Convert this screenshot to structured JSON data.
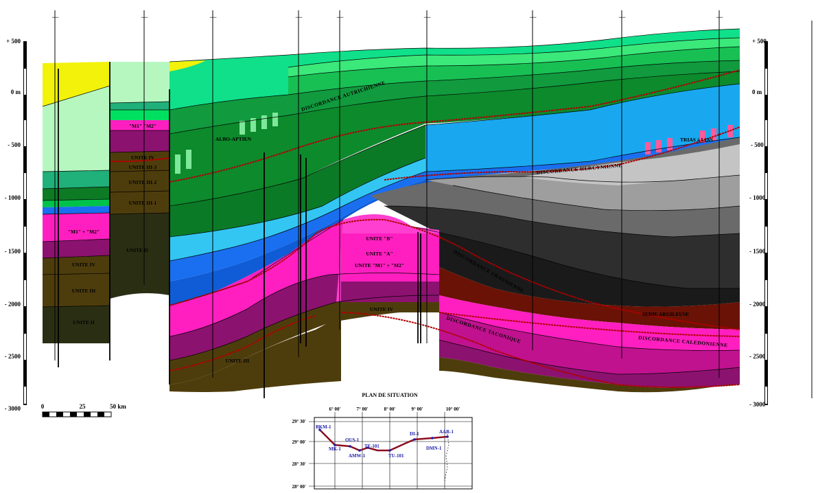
{
  "depth_scale": {
    "unit": "m",
    "left_labels": [
      "+ 500",
      "0 m",
      "- 500",
      "- 1000",
      "- 1500",
      "- 2000",
      "- 2500",
      "- 3000"
    ],
    "right_labels": [
      "+ 500",
      "0 m",
      "- 500",
      "- 1000",
      "- 1500",
      "- 2000",
      "- 2500",
      "- 3000"
    ]
  },
  "bar_scale": {
    "labels": [
      "0",
      "25",
      "50 km"
    ]
  },
  "wells": [
    {
      "name": "BKM-1"
    },
    {
      "name": "MK-1"
    },
    {
      "name": "OUS-1"
    },
    {
      "name": "AMW-1"
    },
    {
      "name": "TF-101"
    },
    {
      "name": "TU-101"
    },
    {
      "name": "DI-1"
    },
    {
      "name": "DMN-1"
    },
    {
      "name": "AAR-1"
    }
  ],
  "unit_labels": {
    "m1_m2_top": "\"M1\" \"M2\"",
    "unite_iv_a": "UNITE IV",
    "unite_iii3": "UNITE III-3",
    "unite_iii2": "UNITE III-2",
    "unite_iii1": "UNITE III-1",
    "unite_ii_a": "UNITE II",
    "m1_m2_left": "\"M1\" + \"M2\"",
    "unite_iv_b": "UNITE IV",
    "unite_iii_b": "UNITE III",
    "unite_ii_b": "UNITE II",
    "albo_aptien": "ALBO-APTIEN",
    "unite_iii_c": "UNITE III",
    "unite_b": "UNITE \"B\"",
    "unite_a": "UNITE \"A\"",
    "unite_m1m2": "UNITE \"M1\" + \"M2\"",
    "unite_iv_c": "UNITE IV",
    "trias_lias": "TRIAS à LIAS",
    "serie_arg": "SERIE ARGILEUSE"
  },
  "discordances": {
    "autrichienne": "DISCORDANCE AUTRICHIENNE",
    "hercynienne": "DISCORDANCE HERCYNIENNE",
    "frasnienne": "DISCORDANCE FRASNIENNE",
    "taconique": "DISCORDANCE TACONIQUE",
    "caledonienne": "DISCORDANCE CALEDONIENNE"
  },
  "location_map": {
    "title": "PLAN DE SITUATION",
    "longitudes": [
      "6° 00'",
      "7° 00'",
      "8° 00'",
      "9° 00'",
      "10° 00'"
    ],
    "latitudes": [
      "29° 30'",
      "29° 00'",
      "28° 30'",
      "28° 00'"
    ]
  },
  "colors": {
    "yellow": "#f2f20a",
    "light_green": "#b6f7c0",
    "green": "#00c24a",
    "teal_green": "#10e08a",
    "dark_green": "#0d7a24",
    "cyan": "#33c6f2",
    "blue": "#1a6ff0",
    "magenta": "#ff1fc0",
    "purple": "#8c1270",
    "olive": "#4e3d0c",
    "dark_olive": "#2a2f14",
    "brown_red": "#6a1205",
    "discordance_red": "#b10000"
  }
}
